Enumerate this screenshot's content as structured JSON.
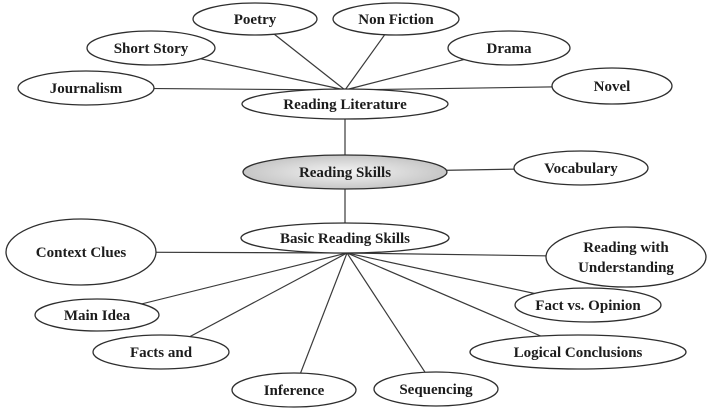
{
  "diagram": {
    "central": {
      "id": "reading-skills",
      "label": "Reading Skills"
    },
    "hubs": [
      {
        "id": "reading-literature",
        "label": "Reading Literature"
      },
      {
        "id": "basic-reading-skills",
        "label": "Basic Reading Skills"
      }
    ],
    "nodes": [
      {
        "id": "poetry",
        "label": "Poetry"
      },
      {
        "id": "non-fiction",
        "label": "Non Fiction"
      },
      {
        "id": "short-story",
        "label": "Short Story"
      },
      {
        "id": "drama",
        "label": "Drama"
      },
      {
        "id": "journalism",
        "label": "Journalism"
      },
      {
        "id": "novel",
        "label": "Novel"
      },
      {
        "id": "vocabulary",
        "label": "Vocabulary"
      },
      {
        "id": "context-clues",
        "label": "Context Clues"
      },
      {
        "id": "reading-with-understanding",
        "label": "Reading with\nUnderstanding"
      },
      {
        "id": "main-idea",
        "label": "Main Idea"
      },
      {
        "id": "fact-vs-opinion",
        "label": "Fact vs. Opinion"
      },
      {
        "id": "facts-and",
        "label": "Facts and"
      },
      {
        "id": "logical-conclusions",
        "label": "Logical Conclusions"
      },
      {
        "id": "inference",
        "label": "Inference"
      },
      {
        "id": "sequencing",
        "label": "Sequencing"
      }
    ],
    "edges": [
      [
        "reading-literature",
        "poetry"
      ],
      [
        "reading-literature",
        "non-fiction"
      ],
      [
        "reading-literature",
        "short-story"
      ],
      [
        "reading-literature",
        "drama"
      ],
      [
        "reading-literature",
        "journalism"
      ],
      [
        "reading-literature",
        "novel"
      ],
      [
        "reading-literature",
        "reading-skills"
      ],
      [
        "reading-skills",
        "vocabulary"
      ],
      [
        "reading-skills",
        "basic-reading-skills"
      ],
      [
        "basic-reading-skills",
        "context-clues"
      ],
      [
        "basic-reading-skills",
        "reading-with-understanding"
      ],
      [
        "basic-reading-skills",
        "main-idea"
      ],
      [
        "basic-reading-skills",
        "fact-vs-opinion"
      ],
      [
        "basic-reading-skills",
        "facts-and"
      ],
      [
        "basic-reading-skills",
        "logical-conclusions"
      ],
      [
        "basic-reading-skills",
        "inference"
      ],
      [
        "basic-reading-skills",
        "sequencing"
      ]
    ]
  }
}
